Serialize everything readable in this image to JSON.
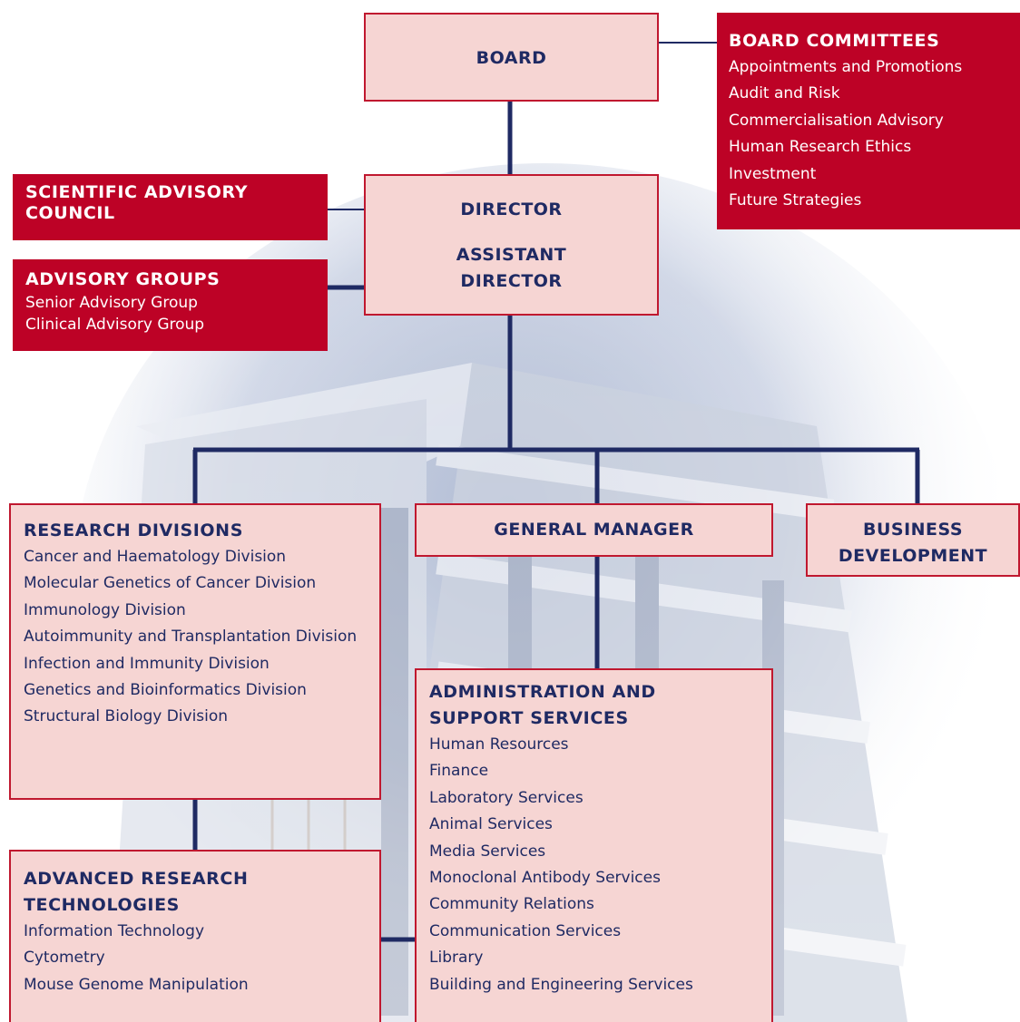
{
  "colors": {
    "navy": "#1f2a63",
    "red": "#bd0226",
    "pink_fill": "#f6d5d3",
    "pink_border": "#c0182f"
  },
  "board": {
    "title": "BOARD"
  },
  "board_committees": {
    "title": "BOARD COMMITTEES",
    "items": [
      "Appointments and Promotions",
      "Audit and Risk",
      "Commercialisation Advisory",
      "Human Research Ethics",
      "Investment",
      "Future Strategies"
    ]
  },
  "scientific_advisory_council": {
    "title_line1": "SCIENTIFIC ADVISORY",
    "title_line2": "COUNCIL"
  },
  "director": {
    "title": "DIRECTOR",
    "assistant_line1": "ASSISTANT",
    "assistant_line2": "DIRECTOR"
  },
  "advisory_groups": {
    "title": "ADVISORY GROUPS",
    "items": [
      "Senior Advisory Group",
      "Clinical Advisory Group"
    ]
  },
  "research_divisions": {
    "title": "RESEARCH DIVISIONS",
    "items": [
      "Cancer and Haematology Division",
      "Molecular Genetics of Cancer Division",
      "Immunology Division",
      "Autoimmunity and Transplantation Division",
      "Infection and Immunity Division",
      "Genetics and Bioinformatics Division",
      "Structural Biology Division"
    ]
  },
  "general_manager": {
    "title": "GENERAL MANAGER"
  },
  "business_development": {
    "title_line1": "BUSINESS",
    "title_line2": "DEVELOPMENT"
  },
  "administration": {
    "title_line1": "ADMINISTRATION AND",
    "title_line2": "SUPPORT SERVICES",
    "items": [
      "Human Resources",
      "Finance",
      "Laboratory Services",
      "Animal Services",
      "Media Services",
      "Monoclonal Antibody Services",
      "Community Relations",
      "Communication Services",
      "Library",
      "Building and Engineering Services"
    ]
  },
  "advanced_research": {
    "title_line1": "ADVANCED RESEARCH",
    "title_line2": "TECHNOLOGIES",
    "items": [
      "Information Technology",
      "Cytometry",
      "Mouse Genome Manipulation"
    ]
  }
}
